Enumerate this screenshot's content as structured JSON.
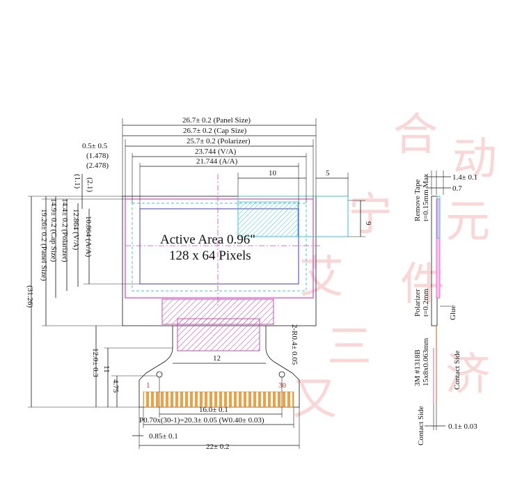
{
  "diagram": {
    "active_area_title": "Active Area 0.96\"",
    "resolution": "128 x 64 Pixels",
    "dims": {
      "panel_size": "26.7± 0.2 (Panel Size)",
      "cap_size": "26.7± 0.2 (Cap Size)",
      "polarizer": "25.7± 0.2 (Polarizer)",
      "va_w": "23.744 (V/A)",
      "aa_w": "21.744 (A/A)",
      "left_0_5": "0.5± 0.5",
      "left_1_478": "(1.478)",
      "left_2_478": "(2.478)",
      "ten": "10",
      "five": "5",
      "nine": "9",
      "v_2_1": "(2.1)",
      "v_1_1": "(1.1)",
      "aa_h": "10.864 (A/A)",
      "va_h": "12.864 (V/A)",
      "pol_h": "14.4± 0.2 (Polarizer)",
      "cap_h": "14.9± 0.2 (Cap Size)",
      "panel_h": "19.26± 0.2 (Panel Size)",
      "total_h": "(31.26)",
      "fpc_12_0": "12.0± 0.3",
      "fpc_11": "11",
      "fpc_4_75": "4.75",
      "twelve": "12",
      "radius": "2-R0.4± 0.05",
      "pin_span": "16.0± 0.1",
      "pitch": "P0.70x(30-1)=20.3± 0.05 (W0.40± 0.03)",
      "edge": "0.85± 0.1",
      "fpc_w": "22± 0.2",
      "pin_first": "1",
      "pin_last": "30"
    }
  },
  "side_view": {
    "remove_tape": "Remove Tape",
    "remove_tape_t": "t=0.15mm Max",
    "thickness": "1.4± 0.1",
    "glass": "0.7",
    "polarizer": "Polarizer",
    "polarizer_t": "t=0.2mm",
    "glue": "Glue",
    "tape_3m": "3M #1318B",
    "tape_3m_size": "15x8x0.063mm",
    "contact_side_a": "Contact Side",
    "contact_side_b": "Contact Side",
    "contact_dim": "0.1± 0.03"
  },
  "colors": {
    "polarizer_line": "#e040c8",
    "hatch_magenta": "#c040b0",
    "cyan_region": "#30c8d8",
    "fpc_pins": "#f0a040",
    "outline": "#111111"
  }
}
